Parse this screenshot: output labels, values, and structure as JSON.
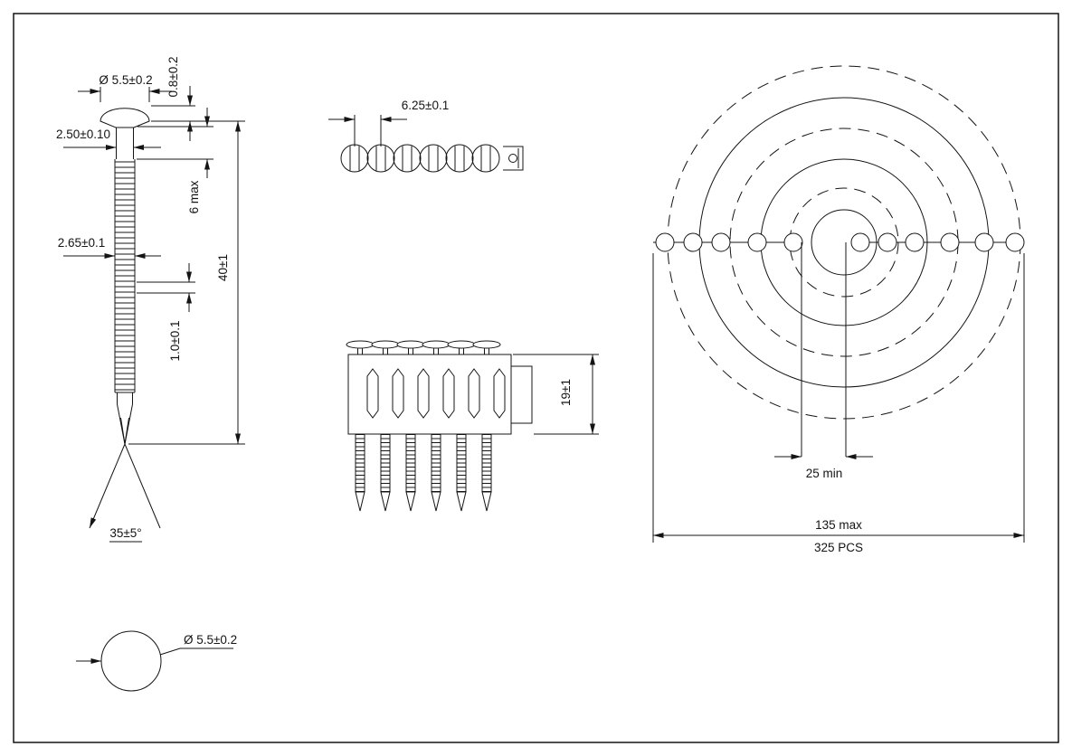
{
  "colors": {
    "ink": "#141414",
    "paper": "#ffffff"
  },
  "views": {
    "nail_side": {
      "head_diameter": "Ø 5.5±0.2",
      "head_height": "0.8±0.2",
      "shank_diameter": "2.50±0.10",
      "head_to_rings": "6 max",
      "ring_diameter": "2.65±0.1",
      "overall_length": "40±1",
      "ring_pitch": "1.0±0.1",
      "point_angle": "35±5°"
    },
    "head_top": {
      "diameter": "Ø 5.5±0.2"
    },
    "strip_top": {
      "nail_spacing": "6.25±0.1"
    },
    "strip_side": {
      "strip_height": "19±1"
    },
    "coil": {
      "inner_diameter": "25 min",
      "outer_diameter": "135 max",
      "piece_count": "325 PCS"
    }
  }
}
